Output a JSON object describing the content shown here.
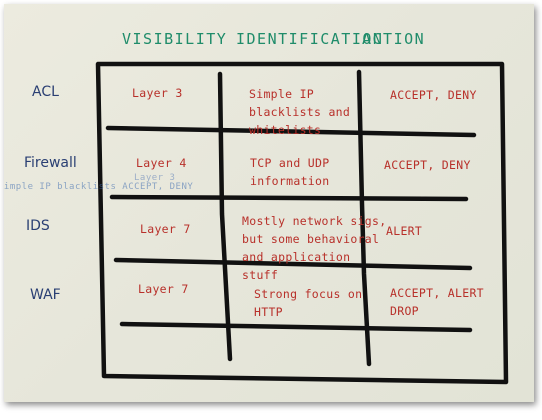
{
  "headers": {
    "visibility": "VISIBILITY",
    "identification": "IDENTIFICATION",
    "action": "ACTION"
  },
  "rows": [
    {
      "label": "ACL",
      "visibility": "Layer 3",
      "identification": "Simple IP blacklists and whitelists",
      "action": "ACCEPT, DENY"
    },
    {
      "label": "Firewall",
      "visibility": "Layer 4",
      "identification": "TCP and UDP information",
      "action": "ACCEPT, DENY"
    },
    {
      "label": "IDS",
      "visibility": "Layer 7",
      "identification": "Mostly network sigs, but some behavioral and application stuff",
      "action": "ALERT"
    },
    {
      "label": "WAF",
      "visibility": "Layer 7",
      "identification": "Strong focus on HTTP",
      "action": "ACCEPT, ALERT DROP"
    }
  ],
  "ghost_text": {
    "faint_row": "Simple IP blacklists ACCEPT, DENY",
    "faint_layer": "Layer 3"
  },
  "colors": {
    "header": "#1f8c6a",
    "row_label": "#2a3f73",
    "cell_text": "#b8302a",
    "grid_lines": "#111111",
    "background": "#e9e8dc"
  }
}
